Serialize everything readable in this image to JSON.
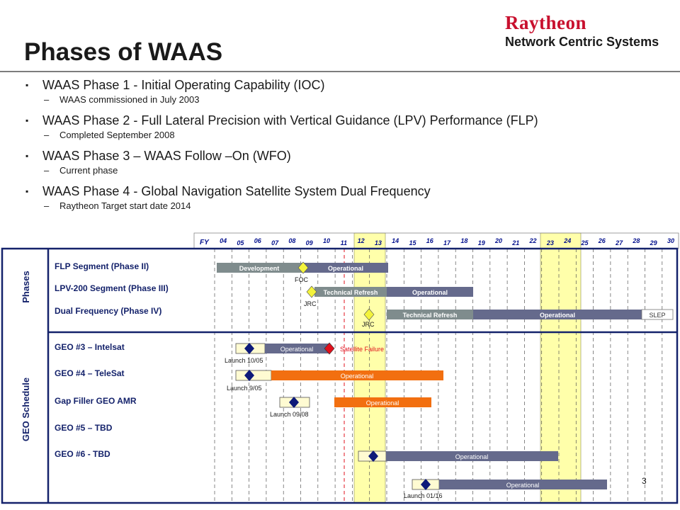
{
  "logo": {
    "brand": "Raytheon",
    "sub": "Network Centric Systems"
  },
  "title": "Phases of WAAS",
  "bullets": [
    {
      "text": "WAAS Phase 1 - Initial Operating Capability (IOC)",
      "sub": "WAAS commissioned in July 2003"
    },
    {
      "text": "WAAS Phase 2 - Full Lateral Precision with Vertical Guidance (LPV) Performance (FLP)",
      "sub": "Completed September 2008"
    },
    {
      "text": "WAAS Phase 3 – WAAS Follow –On (WFO)",
      "sub": "Current phase"
    },
    {
      "text": "WAAS Phase 4 - Global Navigation Satellite System Dual Frequency",
      "sub": " Raytheon Target start date 2014"
    }
  ],
  "bullet_marker": "▪",
  "sub_marker": "–",
  "schedule": {
    "fy_label": "FY",
    "years": [
      "04",
      "05",
      "06",
      "07",
      "08",
      "09",
      "10",
      "11",
      "12",
      "13",
      "14",
      "15",
      "16",
      "17",
      "18",
      "19",
      "20",
      "21",
      "22",
      "23",
      "24",
      "25",
      "26",
      "27",
      "28",
      "29",
      "30"
    ],
    "sections": {
      "phases": "Phases",
      "geo": "GEO Schedule"
    },
    "phase_rows": [
      "FLP Segment (Phase II)",
      "LPV-200 Segment (Phase III)",
      "Dual Frequency (Phase IV)"
    ],
    "geo_rows": [
      "GEO #3 – Intelsat",
      "GEO #4 – TeleSat",
      "Gap Filler GEO AMR",
      "GEO #5 – TBD",
      "GEO #6 - TBD"
    ],
    "bar_labels": {
      "development": "Development",
      "operational": "Operational",
      "technical_refresh": "Technical Refresh",
      "slep": "SLEP",
      "satellite_failure": "Satellite Failure"
    },
    "milestones": {
      "foc": "FOC",
      "jrc": "JRC",
      "launch_geo3": "Launch 10/05",
      "launch_geo4": "Launch 9/05",
      "launch_gap": "Launch 09/08",
      "launch_geo6": "Launch 01/16"
    }
  },
  "colors": {
    "slate_bar": "#656a8c",
    "grey_bar": "#7f8c8d",
    "orange_bar": "#f26f10",
    "cream_box": "#fffbd2",
    "yellow_band": "#ffffaa",
    "yellow_diamond": "#f3f33c",
    "navy_diamond": "#0e1a7a",
    "red_diamond": "#e0101c",
    "frame_navy": "#14226b",
    "year_text": "#000e8c",
    "raytheon_red": "#c8102e"
  },
  "slide_number": "3"
}
